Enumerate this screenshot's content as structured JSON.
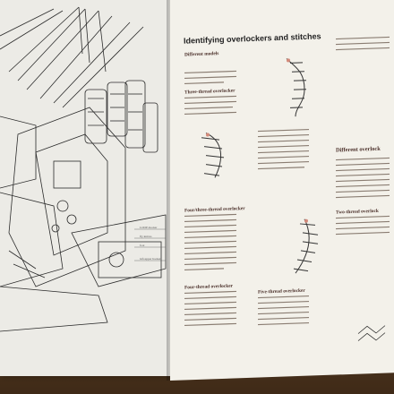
{
  "right_page": {
    "heading": "Identifying overlockers and stitches",
    "section_different_models": "Different models",
    "section_different_overlock": "Different overlock",
    "three_thread": "Three-thread overlocker",
    "four_three_thread": "Four/three-thread overlocker",
    "four_thread": "Four-thread overlocker",
    "five_thread": "Five-thread overlocker",
    "two_thread": "Two-thread overlock"
  },
  "left_page": {
    "labels": [
      "LOOP-hooker",
      "fly knives",
      "foot",
      "left-upper hooker"
    ]
  }
}
